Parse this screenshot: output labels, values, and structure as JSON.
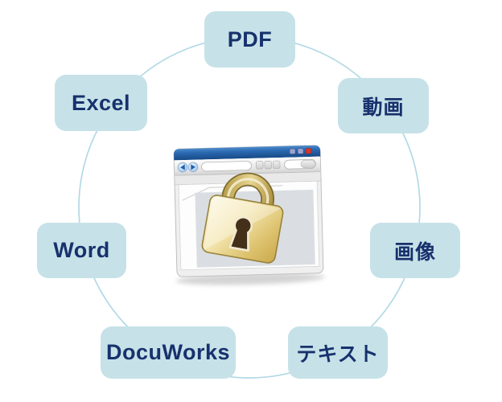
{
  "diagram": {
    "nodes": {
      "pdf": {
        "label": "PDF"
      },
      "excel": {
        "label": "Excel"
      },
      "video": {
        "label": "動画"
      },
      "word": {
        "label": "Word"
      },
      "image": {
        "label": "画像"
      },
      "docuworks": {
        "label": "DocuWorks"
      },
      "text": {
        "label": "テキスト"
      }
    },
    "center": {
      "icon": "locked-browser-window",
      "parts": [
        "browser-window-icon",
        "padlock-icon"
      ]
    },
    "ring": {
      "shape": "circle-connector"
    },
    "colors": {
      "node_fill": "#c6e2e8",
      "node_text": "#17316d",
      "ring_stroke": "#b2d9e6",
      "titlebar_blue": "#2b6ab2",
      "window_button_blue": "#9aa3d0",
      "window_button_red": "#d5372b",
      "lock_gold": "#dcc06a",
      "lock_outline": "#97823c",
      "keyhole_brown": "#443019",
      "panel_gray": "#dadee2",
      "background": "#ffffff"
    }
  }
}
